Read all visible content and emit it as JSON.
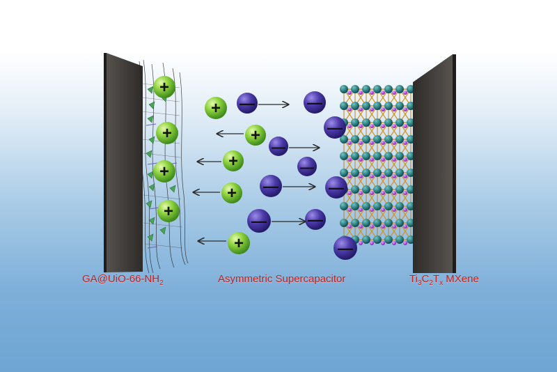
{
  "labels": {
    "left_electrode": {
      "pre": "GA@UiO-66-NH",
      "sub": "2"
    },
    "center": "Asymmetric Supercapacitor",
    "right_electrode": {
      "t1": "Ti",
      "s1": "3",
      "t2": "C",
      "s2": "2",
      "t3": "T",
      "s3": "x",
      "t4": " MXene"
    }
  },
  "colors": {
    "cation": "#7cc242",
    "anion": "#4b3aa8",
    "label": "#c8201b",
    "electrode": "#3d3a37",
    "bond": "#d99425",
    "atom_teal": "#0f6e72",
    "atom_purple": "#b03ed0"
  },
  "ion_signs": {
    "cation": "+",
    "anion": "—"
  }
}
